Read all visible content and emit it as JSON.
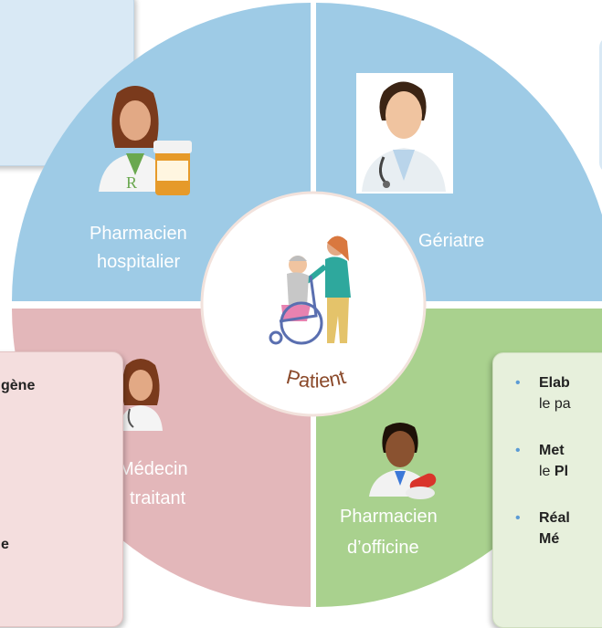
{
  "quadrants": {
    "top_left": {
      "label_line1": "Pharmacien",
      "label_line2": "hospitalier",
      "color": "#9ecbe6"
    },
    "top_right": {
      "label": "Gériatre",
      "color": "#9ecbe6"
    },
    "bottom_left": {
      "label_line1": "Médecin",
      "label_line2": "traitant",
      "color": "#e3b7ba"
    },
    "bottom_right": {
      "label_line1": "Pharmacien",
      "label_line2": "d’officine",
      "color": "#a9d18e"
    }
  },
  "center": {
    "label": "Patient",
    "label_color": "#8b4a2b",
    "ring_color": "#f2e2dc"
  },
  "left_box": {
    "line1": "gène",
    "line2": "e"
  },
  "right_box": {
    "item1_bold": "Elab",
    "item1_rest": "le pa",
    "item2_bold": "Met",
    "item2_rest_plain": "le ",
    "item2_rest_bold": "Pl",
    "item3_bold": "Réal",
    "item3_rest_bold": "Mé"
  },
  "icons": {
    "top_left": "pharmacist-woman-icon",
    "top_right": "doctor-man-icon",
    "bottom_left": "doctor-woman-icon",
    "bottom_right": "pharmacist-man-icon",
    "center": "wheelchair-caregiver-icon"
  }
}
